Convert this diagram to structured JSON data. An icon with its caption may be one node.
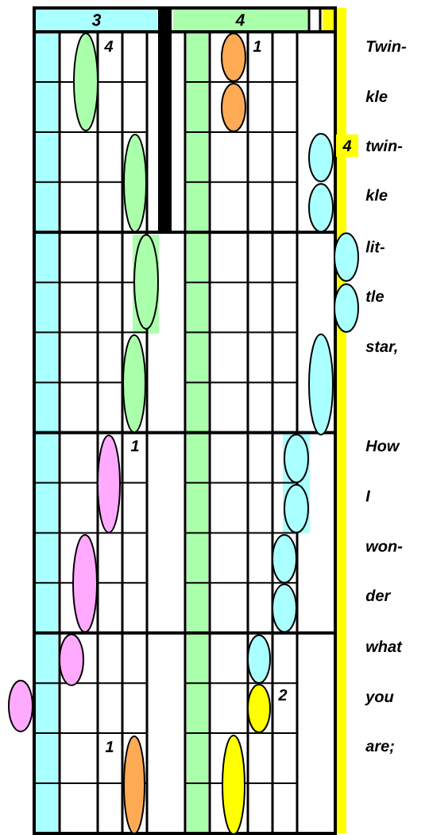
{
  "diagram": {
    "nodes": [
      {
        "text": [
          "3"
        ]
      },
      {
        "text": [
          "4"
        ]
      },
      {
        "text": [],
        "shape": "ellipse"
      },
      {
        "text": [],
        "shape": "ellipse"
      },
      {
        "text": [],
        "shape": "ellipse"
      },
      {
        "text": [],
        "shape": "ellipse"
      },
      {
        "text": [],
        "shape": "ellipse"
      },
      {
        "text": [],
        "shape": "ellipse"
      },
      {
        "text": [],
        "shape": "ellipse"
      },
      {
        "text": [],
        "shape": "ellipse"
      },
      {
        "text": [],
        "shape": "ellipse"
      },
      {
        "text": [],
        "shape": "ellipse"
      },
      {
        "text": [],
        "shape": "ellipse"
      },
      {
        "text": [],
        "shape": "ellipse"
      },
      {
        "text": [],
        "shape": "ellipse"
      },
      {
        "text": [],
        "shape": "ellipse"
      },
      {
        "text": [],
        "shape": "ellipse"
      },
      {
        "text": [],
        "shape": "ellipse"
      },
      {
        "text": [],
        "shape": "ellipse"
      },
      {
        "text": [],
        "shape": "ellipse"
      },
      {
        "text": [],
        "shape": "ellipse"
      },
      {
        "text": [],
        "shape": "ellipse"
      },
      {
        "text": [],
        "shape": "ellipse"
      },
      {
        "text": [],
        "shape": "ellipse"
      },
      {
        "text": [],
        "shape": "ellipse"
      }
    ],
    "labels": [
      "4",
      "1",
      "Twin-",
      "kle",
      "4",
      "twin-",
      "kle",
      "lit-",
      "tle",
      "star,",
      "1",
      "How",
      "I",
      "won-",
      "der",
      "what",
      "2",
      "you",
      "1",
      "are;"
    ]
  }
}
